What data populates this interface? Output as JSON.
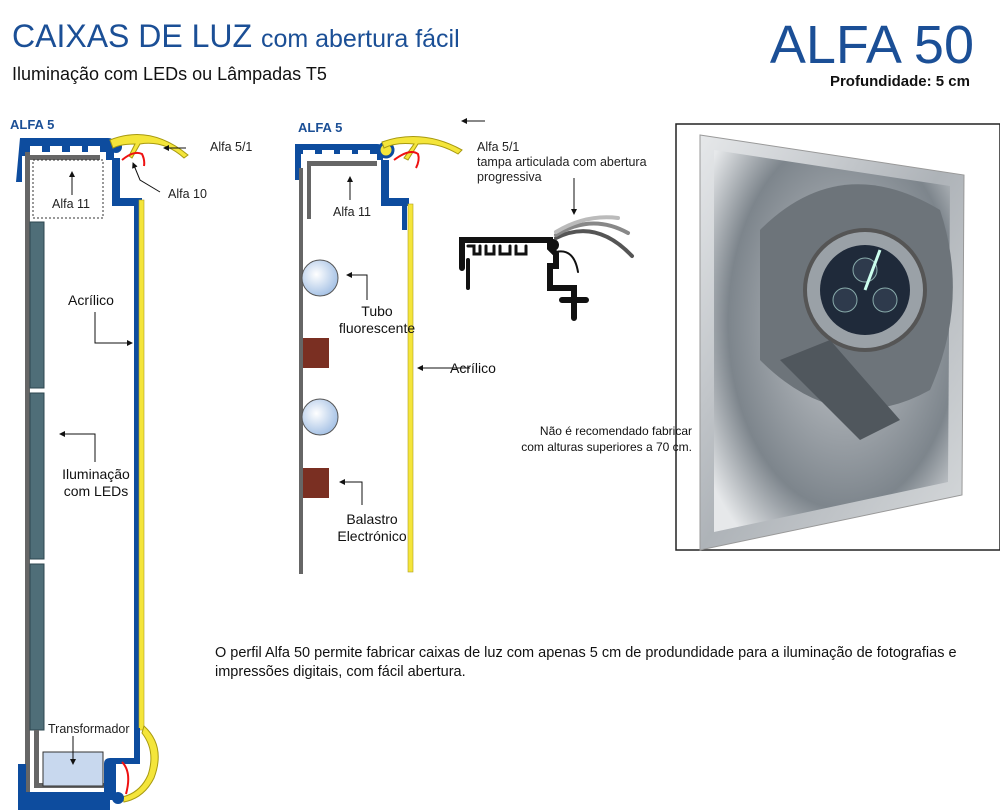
{
  "header": {
    "title_main": "CAIXAS DE LUZ",
    "title_sub": "com abertura fácil",
    "subtitle": "Iluminação com LEDs ou Lâmpadas T5",
    "model": "ALFA 50",
    "depth": "Profundidade: 5 cm"
  },
  "diagram_led": {
    "section": "ALFA 5",
    "labels": {
      "alfa51": "Alfa 5/1",
      "alfa10": "Alfa 10",
      "alfa11": "Alfa 11",
      "acrilico": "Acrílico",
      "leds": "Iluminação com LEDs",
      "transformador": "Transformador"
    }
  },
  "diagram_t5": {
    "section": "ALFA 5",
    "labels": {
      "alfa51": "Alfa 5/1",
      "tampa": "tampa articulada com abertura progressiva",
      "alfa11": "Alfa 11",
      "tubo": "Tubo fluorescente",
      "acrilico": "Acrílico",
      "balastro": "Balastro Electrónico"
    }
  },
  "note": "Não é recomendado fabricar com alturas superiores a 70 cm.",
  "description": "O perfil Alfa 50 permite fabricar caixas de luz com apenas 5 cm de produndidade para a iluminação de fotografias e impressões digitais, com fácil abertura.",
  "colors": {
    "brand_blue": "#1b4f96",
    "profile_blue": "#0d4c9e",
    "acrylic_yellow": "#f4e53a",
    "led_strip": "#4f6e78",
    "ballast": "#7a2f22"
  }
}
